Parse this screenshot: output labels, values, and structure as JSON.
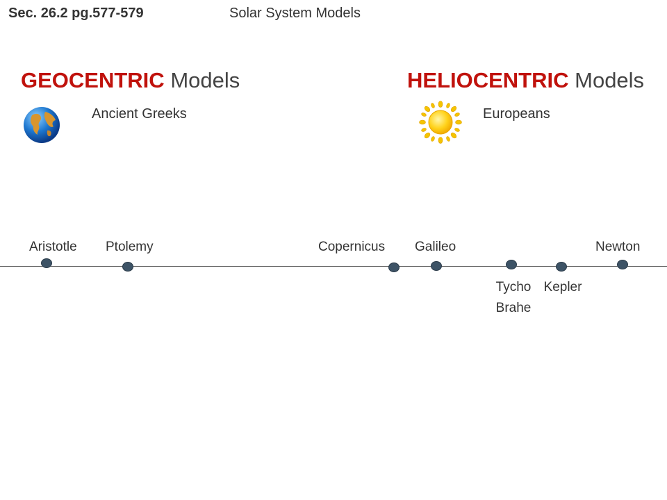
{
  "header": {
    "section": "Sec. 26.2 pg.577-579",
    "topic": "Solar System Models"
  },
  "geocentric": {
    "keyword": "GEOCENTRIC",
    "rest": "Models",
    "subtitle": "Ancient Greeks",
    "icon": "globe-icon"
  },
  "heliocentric": {
    "keyword": "HELIOCENTRIC",
    "rest": "Models",
    "subtitle": "Europeans",
    "icon": "sun-icon"
  },
  "timeline": {
    "above": [
      "Aristotle",
      "Ptolemy",
      "Copernicus",
      "Galileo",
      "Newton"
    ],
    "below": [
      {
        "line1": "Tycho",
        "line2": "Brahe"
      },
      {
        "line1": "Kepler"
      }
    ]
  },
  "colors": {
    "keyword": "#c0120c",
    "dot": "#3d5366",
    "line": "#555555"
  }
}
